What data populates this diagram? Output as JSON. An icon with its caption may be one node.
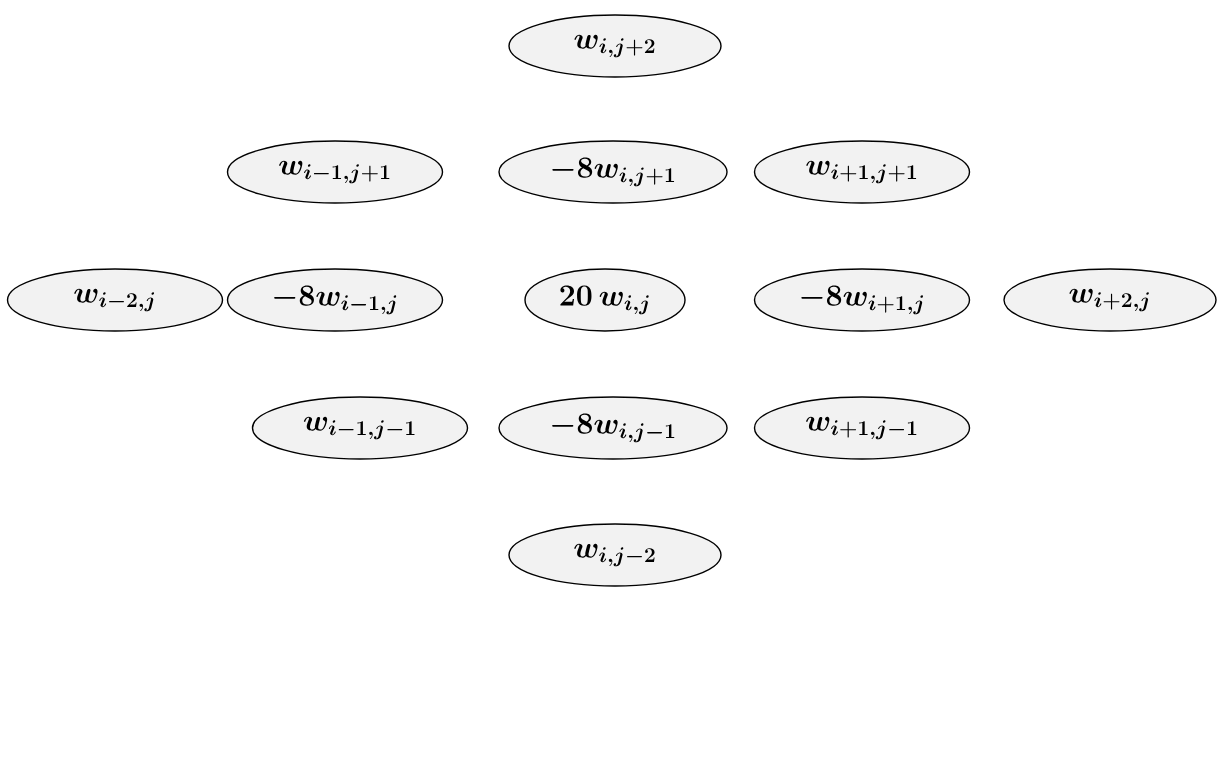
{
  "diagram": {
    "nodes": [
      {
        "text": [
          "w_{i,j+2}"
        ]
      },
      {
        "text": [
          "w_{i-1,j+1}"
        ]
      },
      {
        "text": [
          "-8w_{i,j+1}"
        ]
      },
      {
        "text": [
          "w_{i+1,j+1}"
        ]
      },
      {
        "text": [
          "w_{i-2,j}"
        ]
      },
      {
        "text": [
          "-8w_{i-1,j}"
        ]
      },
      {
        "text": [
          "20\\,w_{i,j}"
        ]
      },
      {
        "text": [
          "-8w_{i+1,j}"
        ]
      },
      {
        "text": [
          "w_{i+2,j}"
        ]
      },
      {
        "text": [
          "w_{i-1,j-1}"
        ]
      },
      {
        "text": [
          "-8w_{i,j-1}"
        ]
      },
      {
        "text": [
          "w_{i+1,j-1}"
        ]
      },
      {
        "text": [
          "w_{i,j-2}"
        ]
      }
    ]
  }
}
